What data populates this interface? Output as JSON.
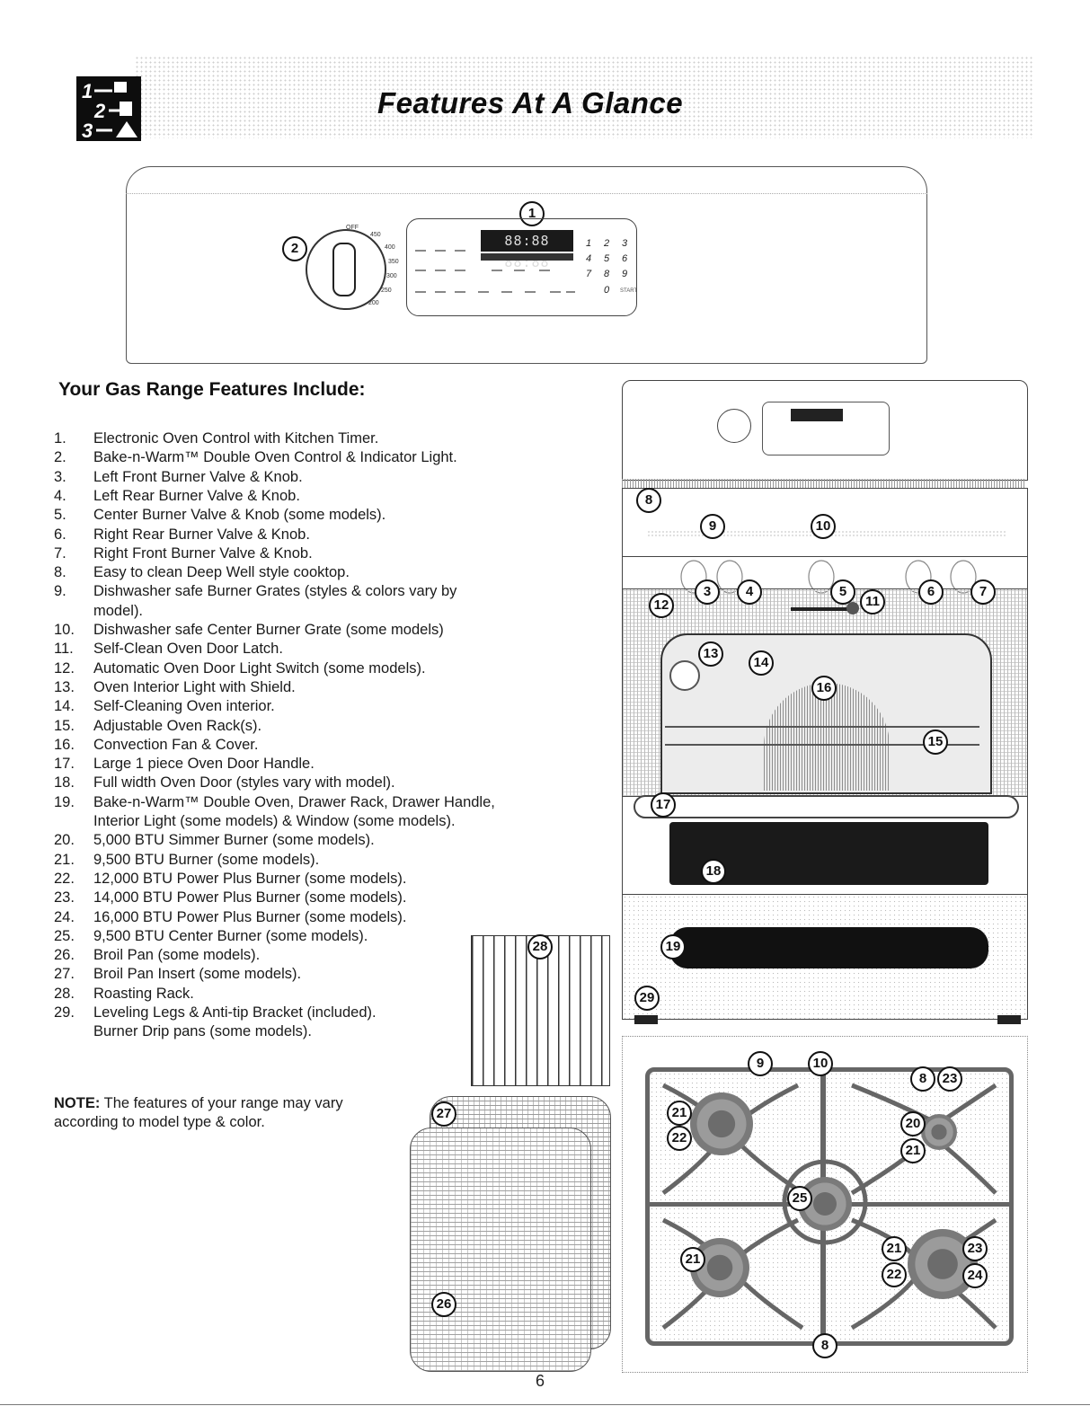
{
  "header": {
    "title": "Features At A Glance",
    "icon_name": "steps-123-icon"
  },
  "control_panel": {
    "callout_1": "1",
    "callout_2": "2",
    "display_readout": "88:88 88:88",
    "keypad": [
      "1",
      "2",
      "3",
      "4",
      "5",
      "6",
      "7",
      "8",
      "9",
      "0"
    ],
    "start_label": "START",
    "knob_temps": [
      "400",
      "350",
      "300",
      "250",
      "200",
      "450"
    ],
    "knob_off": "OFF"
  },
  "features": {
    "heading": "Your Gas Range Features Include:",
    "items": [
      {
        "num": "1.",
        "text": "Electronic Oven Control with Kitchen Timer."
      },
      {
        "num": "2.",
        "text": "Bake-n-Warm™ Double Oven Control & Indicator Light."
      },
      {
        "num": "3.",
        "text": "Left Front Burner Valve & Knob."
      },
      {
        "num": "4.",
        "text": "Left Rear Burner Valve & Knob."
      },
      {
        "num": "5.",
        "text": "Center Burner Valve & Knob (some models)."
      },
      {
        "num": "6.",
        "text": "Right Rear Burner Valve & Knob."
      },
      {
        "num": "7.",
        "text": "Right Front Burner Valve & Knob."
      },
      {
        "num": "8.",
        "text": "Easy to clean Deep Well style cooktop."
      },
      {
        "num": "9.",
        "text": "Dishwasher safe Burner Grates (styles & colors vary by",
        "cont": "model)."
      },
      {
        "num": "10.",
        "text": "Dishwasher safe Center Burner Grate (some models)"
      },
      {
        "num": "11.",
        "text": "Self-Clean Oven Door Latch."
      },
      {
        "num": "12.",
        "text": "Automatic Oven Door Light Switch (some models)."
      },
      {
        "num": "13.",
        "text": "Oven Interior Light with Shield."
      },
      {
        "num": "14.",
        "text": "Self-Cleaning Oven interior."
      },
      {
        "num": "15.",
        "text": "Adjustable Oven Rack(s)."
      },
      {
        "num": "16.",
        "text": "Convection Fan & Cover."
      },
      {
        "num": "17.",
        "text": "Large 1 piece Oven Door Handle."
      },
      {
        "num": "18.",
        "text": "Full width Oven Door (styles vary with model)."
      },
      {
        "num": "19.",
        "text": "Bake-n-Warm™ Double Oven, Drawer Rack, Drawer Handle,",
        "cont": "Interior Light (some models) & Window (some models)."
      },
      {
        "num": "20.",
        "text": "5,000 BTU Simmer Burner (some models)."
      },
      {
        "num": "21.",
        "text": "9,500 BTU Burner (some models)."
      },
      {
        "num": "22.",
        "text": "12,000 BTU Power Plus Burner (some models)."
      },
      {
        "num": "23.",
        "text": "14,000 BTU Power Plus Burner (some models)."
      },
      {
        "num": "24.",
        "text": "16,000 BTU Power Plus Burner (some models)."
      },
      {
        "num": "25.",
        "text": "9,500 BTU Center Burner (some models)."
      },
      {
        "num": "26.",
        "text": "Broil Pan (some models)."
      },
      {
        "num": "27.",
        "text": "Broil Pan Insert (some models)."
      },
      {
        "num": "28.",
        "text": "Roasting Rack."
      },
      {
        "num": "29.",
        "text": "Leveling Legs & Anti-tip Bracket (included).",
        "cont": "Burner Drip pans (some models)."
      }
    ]
  },
  "note": {
    "label": "NOTE:",
    "text": " The features of your range may vary according to model type & color."
  },
  "callouts": {
    "c3": "3",
    "c4": "4",
    "c5": "5",
    "c6": "6",
    "c7": "7",
    "c8": "8",
    "c9": "9",
    "c10": "10",
    "c11": "11",
    "c12": "12",
    "c13": "13",
    "c14": "14",
    "c15": "15",
    "c16": "16",
    "c17": "17",
    "c18": "18",
    "c19": "19",
    "c20": "20",
    "c21": "21",
    "c22": "22",
    "c23": "23",
    "c24": "24",
    "c25": "25",
    "c26": "26",
    "c27": "27",
    "c28": "28",
    "c29": "29"
  },
  "page_number": "6"
}
